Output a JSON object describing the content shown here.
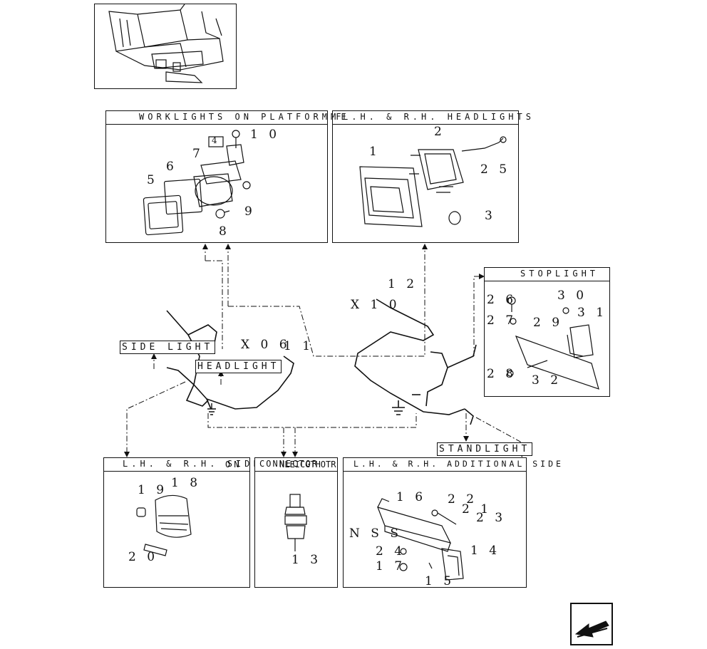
{
  "panels": {
    "worklights": {
      "title": "WORKLIGHTS ON PLATFORM",
      "callout_box": "4",
      "numbers": [
        "1 0",
        "7",
        "6",
        "5",
        "9",
        "8"
      ]
    },
    "headlights": {
      "title": "L.H. & R.H. HEADLIGHTS",
      "numbers": [
        "2",
        "1",
        "2 5",
        "3"
      ]
    },
    "stoplight": {
      "title": "STOPLIGHT",
      "numbers": [
        "2 6",
        "3 0",
        "3 1",
        "2 7",
        "2 9",
        "2 8",
        "3 2"
      ]
    },
    "lh_rh_side": {
      "title": "L.H. & R.H. SIDE",
      "numbers": [
        "1 9",
        "1 8",
        "2 0"
      ]
    },
    "connector": {
      "title": "CONNECTOR",
      "numbers": [
        "1 3"
      ]
    },
    "additional": {
      "title": "L.H. & R.H. ADDITIONAL SIDE",
      "numbers": [
        "1 6",
        "2 2",
        "2 1",
        "2 3",
        "N S S",
        "2 4",
        "1 4",
        "1 7",
        "1 5"
      ]
    }
  },
  "labels": {
    "side_light": "SIDE LIGHT",
    "headlight": "HEADLIGHT",
    "stand_light": "STANDLIGHT",
    "x06": "X 0 6",
    "x10": "X 1 0",
    "n11": "1 1",
    "n12": "1 2",
    "title_wrap": "ON",
    "title_wrap2": "NLEICGTHOTR",
    "title_overlap": "MFE"
  }
}
